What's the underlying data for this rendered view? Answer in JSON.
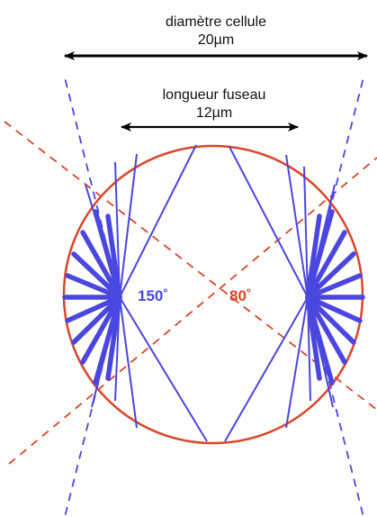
{
  "labels": {
    "cell_diameter_title": "diamètre cellule",
    "cell_diameter_value": "20µm",
    "spindle_length_title": "longueur fuseau",
    "spindle_length_value": "12µm",
    "spindle_angle": "150˚",
    "cone_angle": "80˚"
  },
  "colors": {
    "blue": "#4a46e0",
    "red": "#d9462a",
    "black": "#000000"
  }
}
